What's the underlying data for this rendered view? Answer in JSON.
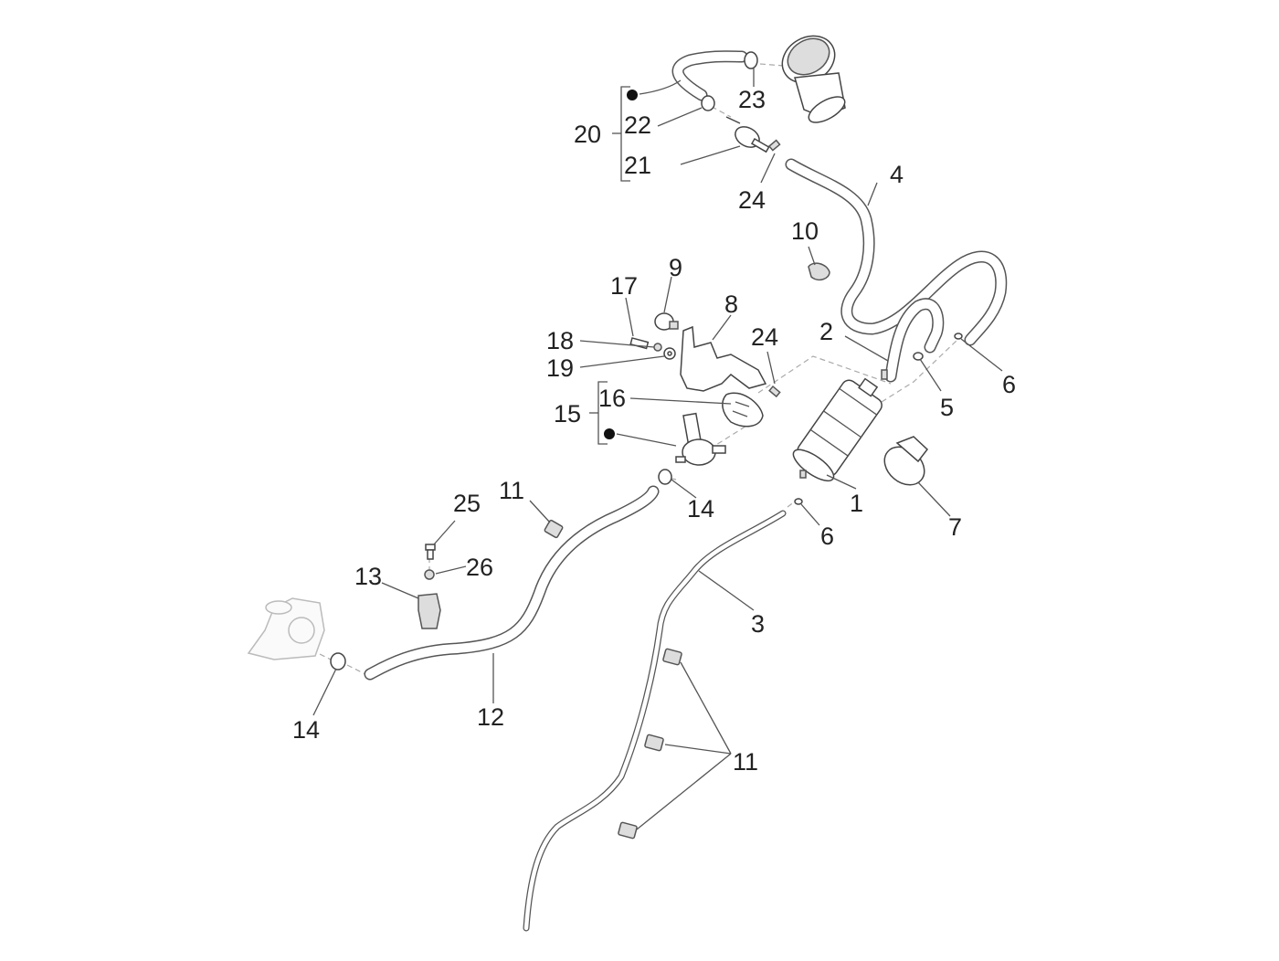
{
  "diagram": {
    "type": "exploded-parts-diagram",
    "subject": "fuel evaporative emission system (canister and hoses)",
    "callouts": [
      {
        "id": "c1",
        "label": "1"
      },
      {
        "id": "c2",
        "label": "2"
      },
      {
        "id": "c3",
        "label": "3"
      },
      {
        "id": "c4",
        "label": "4"
      },
      {
        "id": "c5",
        "label": "5"
      },
      {
        "id": "c6a",
        "label": "6"
      },
      {
        "id": "c6b",
        "label": "6"
      },
      {
        "id": "c7",
        "label": "7"
      },
      {
        "id": "c8",
        "label": "8"
      },
      {
        "id": "c9",
        "label": "9"
      },
      {
        "id": "c10",
        "label": "10"
      },
      {
        "id": "c11a",
        "label": "11"
      },
      {
        "id": "c11b",
        "label": "11"
      },
      {
        "id": "c12",
        "label": "12"
      },
      {
        "id": "c13",
        "label": "13"
      },
      {
        "id": "c14a",
        "label": "14"
      },
      {
        "id": "c14b",
        "label": "14"
      },
      {
        "id": "c15",
        "label": "15"
      },
      {
        "id": "c16",
        "label": "16"
      },
      {
        "id": "c17",
        "label": "17"
      },
      {
        "id": "c18",
        "label": "18"
      },
      {
        "id": "c19",
        "label": "19"
      },
      {
        "id": "c20",
        "label": "20"
      },
      {
        "id": "c21",
        "label": "21"
      },
      {
        "id": "c22",
        "label": "22"
      },
      {
        "id": "c23",
        "label": "23"
      },
      {
        "id": "c24a",
        "label": "24"
      },
      {
        "id": "c24b",
        "label": "24"
      },
      {
        "id": "c25",
        "label": "25"
      },
      {
        "id": "c26",
        "label": "26"
      }
    ],
    "groups": [
      {
        "label": "20",
        "members": [
          "22",
          "21",
          "•"
        ]
      },
      {
        "label": "15",
        "members": [
          "16",
          "•"
        ]
      }
    ]
  }
}
